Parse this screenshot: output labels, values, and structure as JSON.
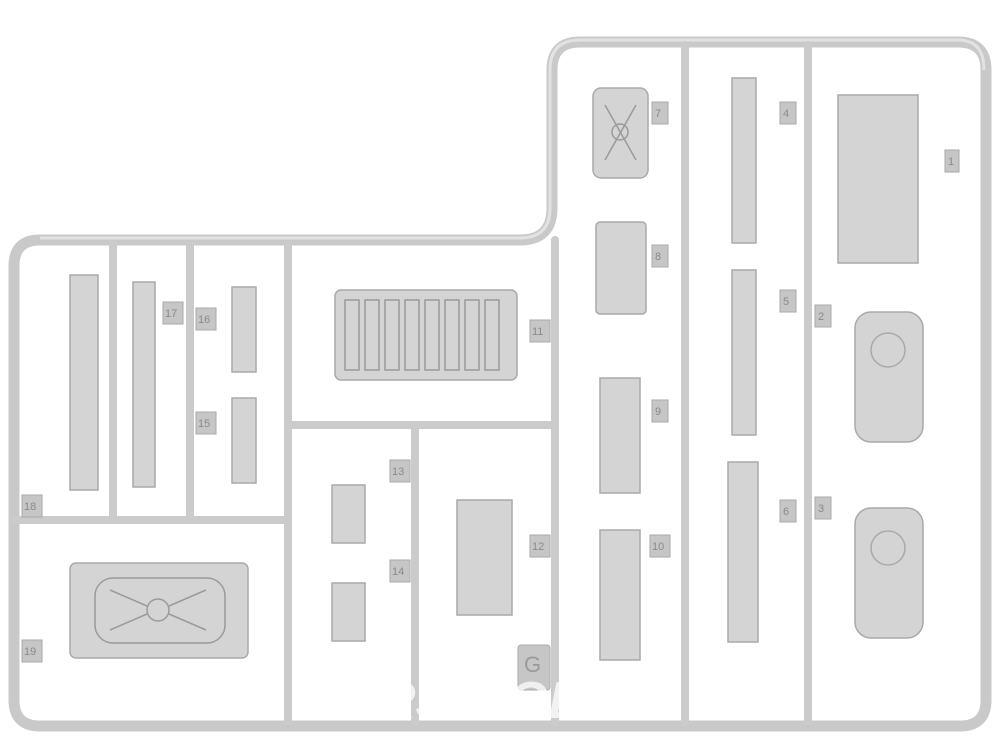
{
  "sprue_letter": "G",
  "watermark": "OURS MODEL",
  "part_numbers": [
    "1",
    "2",
    "3",
    "4",
    "5",
    "6",
    "7",
    "8",
    "9",
    "10",
    "11",
    "12",
    "13",
    "14",
    "15",
    "16",
    "17",
    "18",
    "19"
  ],
  "colors": {
    "plastic": "#d4d4d4",
    "frame": "#c9c9c9",
    "background": "#ffffff"
  }
}
